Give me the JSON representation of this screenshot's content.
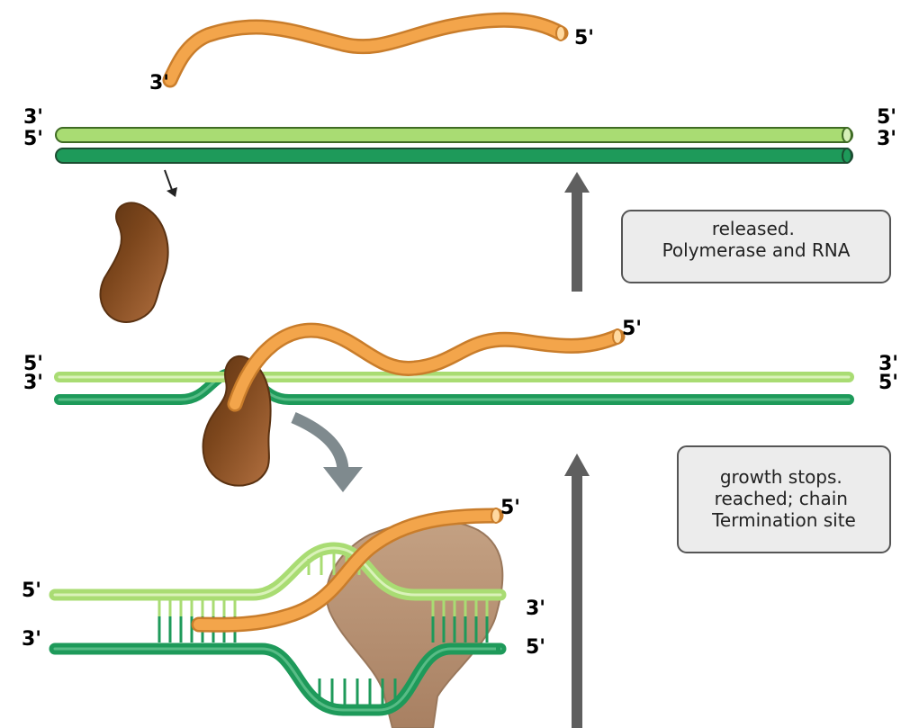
{
  "steps": [
    {
      "label_lines": [
        "Termination site",
        "reached; chain",
        "growth stops."
      ]
    },
    {
      "label_lines": [
        "Polymerase and RNA",
        "released."
      ]
    }
  ],
  "ends": {
    "three_prime": "3'",
    "five_prime": "5'"
  },
  "colors": {
    "template_strand": "#1e9a5a",
    "coding_strand": "#a9dc73",
    "rna": "#f3a54b",
    "polymerase": "#8a5225",
    "polymerase_complex": "#b38e70",
    "arrow": "#5f5f5f",
    "label_box": "#ececec"
  }
}
